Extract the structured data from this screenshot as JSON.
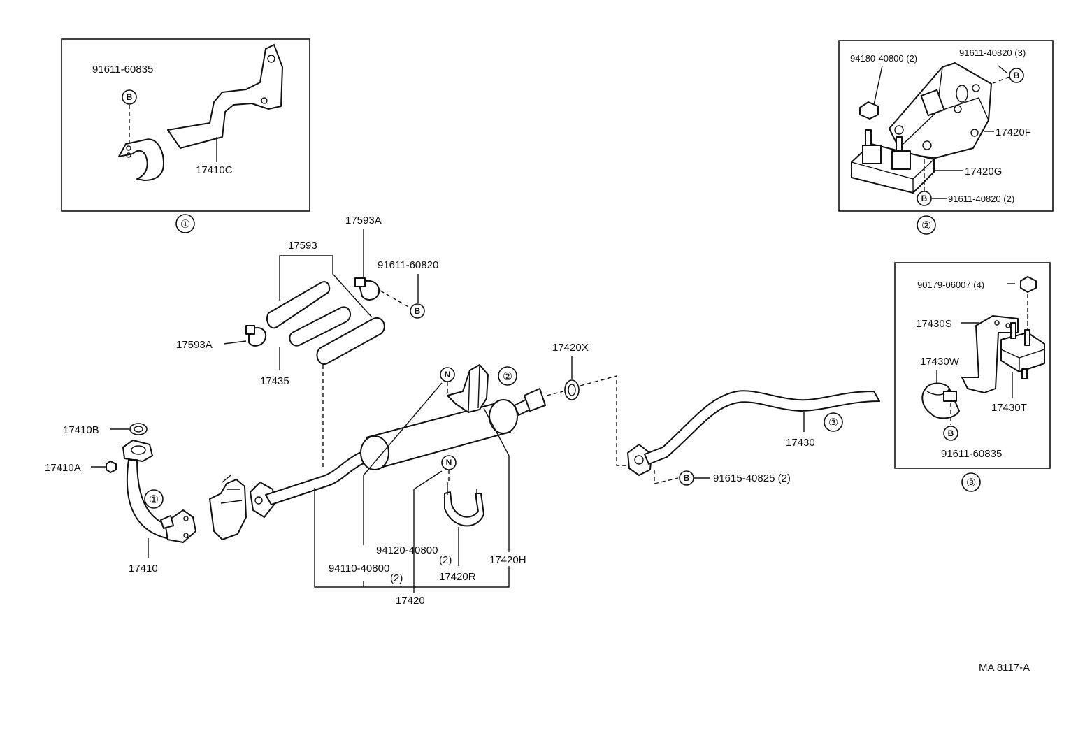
{
  "diagram_code": "MA 8117-A",
  "callouts": {
    "c1": "①",
    "c2": "②",
    "c3": "③"
  },
  "badges": {
    "b": "B",
    "n": "N"
  },
  "inset1": {
    "bolt": "91611-60835",
    "bracket": "17410C"
  },
  "inset2": {
    "nut": "94180-40800 (2)",
    "bolt_top": "91611-40820 (3)",
    "bracket": "17420F",
    "cushion": "17420G",
    "bolt_bottom": "91611-40820 (2)"
  },
  "inset3": {
    "nut": "90179-06007 (4)",
    "bracket": "17430S",
    "clamp": "17430W",
    "cushion": "17430T",
    "bolt": "91611-60835"
  },
  "main": {
    "hose_assy": "17593",
    "hose_clamp_top": "17593A",
    "bolt_hose": "91611-60820",
    "hose_clamp_left": "17593A",
    "hose": "17435",
    "gasket_top": "17410B",
    "nut_front": "17410A",
    "front_pipe": "17410",
    "gasket_mid": "17420X",
    "bolt_flange": "91615-40825 (2)",
    "tail_pipe": "17430",
    "stud_bolt": "94120-40800",
    "stud_qty": "(2)",
    "nut_main": "94110-40800",
    "nut_qty": "(2)",
    "clamp_r": "17420R",
    "bracket_h": "17420H",
    "center_pipe": "17420"
  }
}
